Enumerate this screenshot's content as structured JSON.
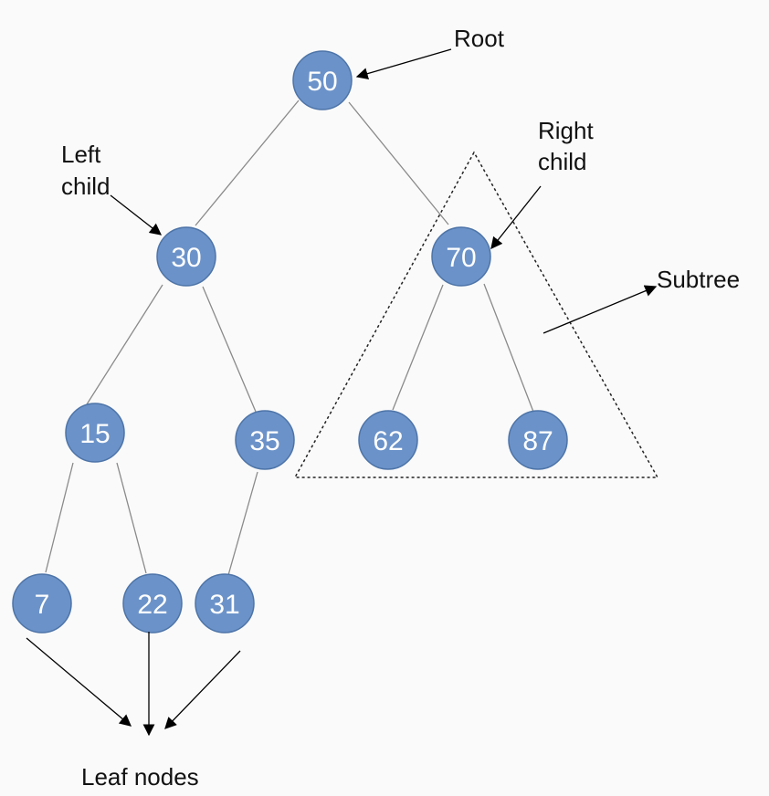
{
  "colors": {
    "background": "#fafafa",
    "node_fill": "#6c93c9",
    "node_stroke": "#4d74a8",
    "node_text": "#ffffff",
    "edge": "#8a8a8a",
    "annotation_text": "#111111",
    "arrow": "#000000"
  },
  "nodes": [
    {
      "id": "n50",
      "label": "50"
    },
    {
      "id": "n30",
      "label": "30"
    },
    {
      "id": "n70",
      "label": "70"
    },
    {
      "id": "n15",
      "label": "15"
    },
    {
      "id": "n35",
      "label": "35"
    },
    {
      "id": "n62",
      "label": "62"
    },
    {
      "id": "n87",
      "label": "87"
    },
    {
      "id": "n7",
      "label": "7"
    },
    {
      "id": "n22",
      "label": "22"
    },
    {
      "id": "n31",
      "label": "31"
    }
  ],
  "edges": [
    {
      "from": "50",
      "to": "30"
    },
    {
      "from": "50",
      "to": "70"
    },
    {
      "from": "30",
      "to": "15"
    },
    {
      "from": "30",
      "to": "35"
    },
    {
      "from": "70",
      "to": "62"
    },
    {
      "from": "70",
      "to": "87"
    },
    {
      "from": "15",
      "to": "7"
    },
    {
      "from": "15",
      "to": "22"
    },
    {
      "from": "35",
      "to": "31"
    }
  ],
  "annotations": {
    "root": "Root",
    "left_child_line1": "Left",
    "left_child_line2": "child",
    "right_child_line1": "Right",
    "right_child_line2": "child",
    "subtree": "Subtree",
    "leaf_nodes": "Leaf nodes"
  }
}
